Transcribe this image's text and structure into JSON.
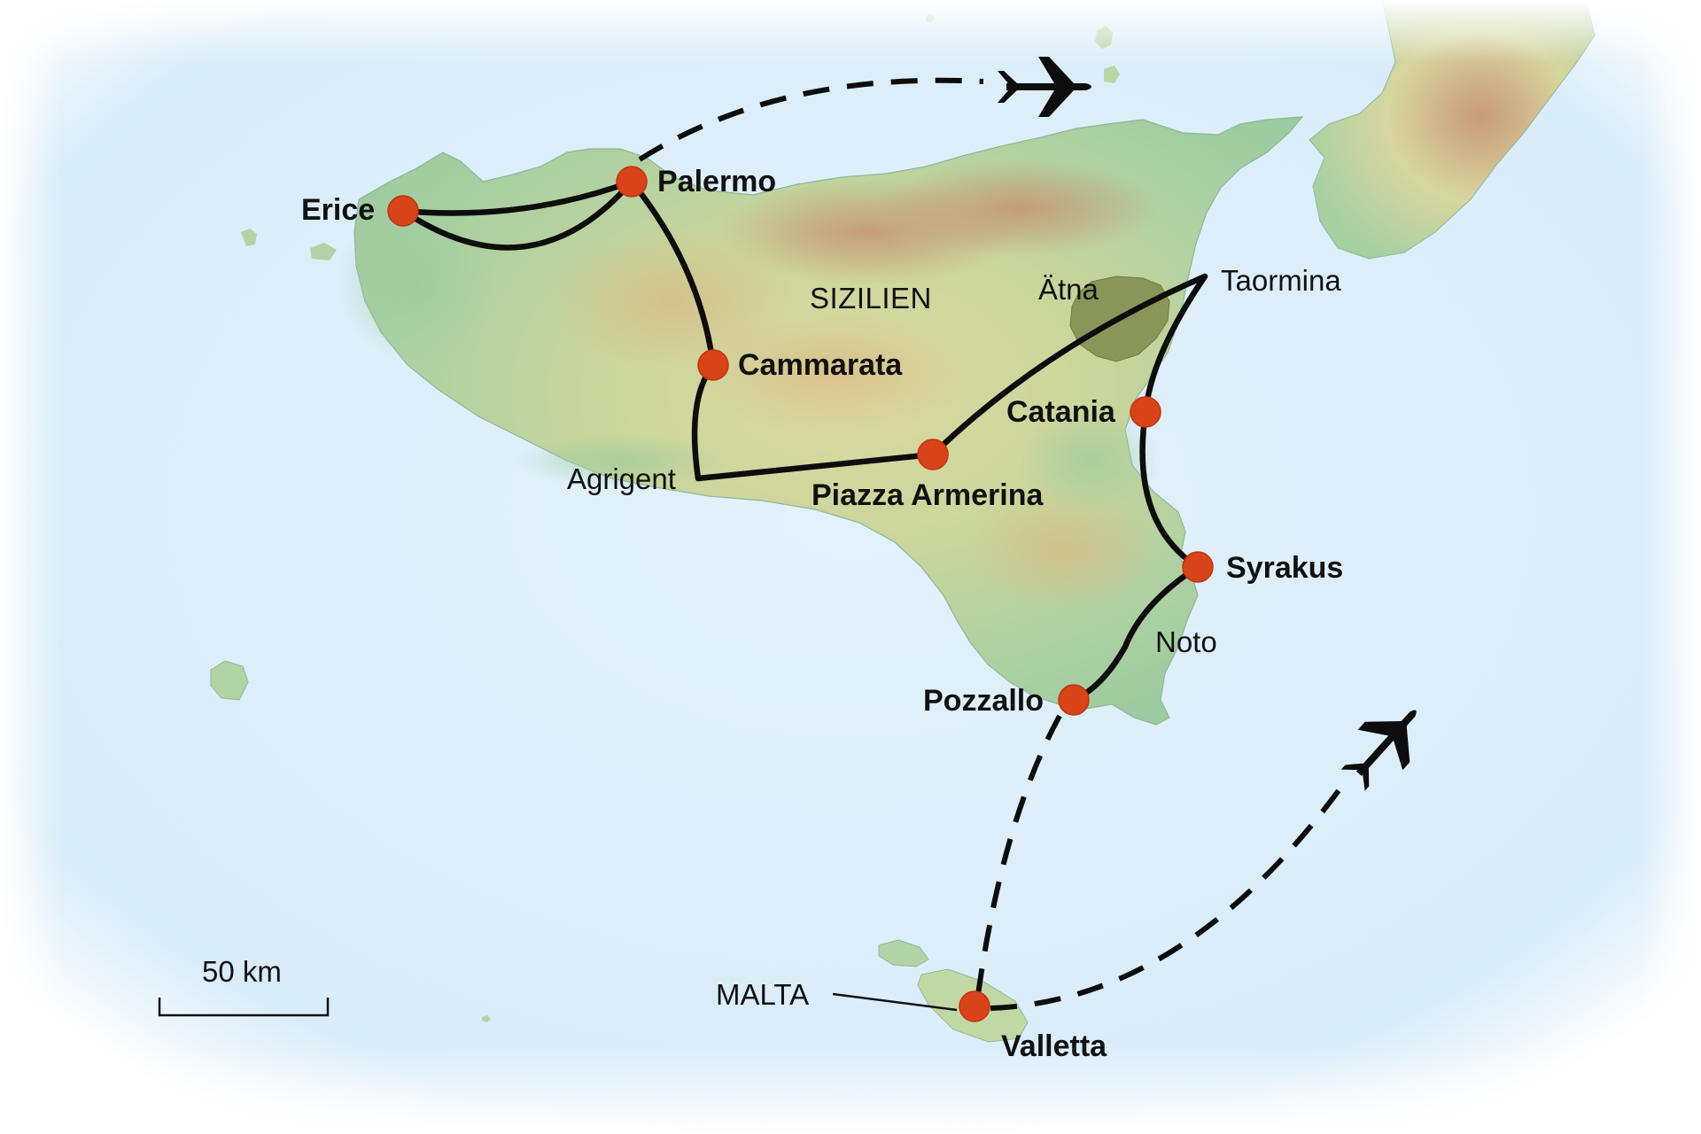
{
  "map": {
    "region_label": "SIZILIEN",
    "volcano_label": "Ätna",
    "scale_label": "50 km",
    "island_label": "MALTA",
    "colors": {
      "sea": "#ddeefa",
      "land_low": "#a9cfa0",
      "land_mid": "#d8dda0",
      "land_high": "#c9a07a",
      "volcano": "#7f8b4e",
      "route": "#0d0d0d",
      "stop_marker": "#d8431a"
    }
  },
  "stops": [
    {
      "id": "erice",
      "name": "Erice"
    },
    {
      "id": "palermo",
      "name": "Palermo"
    },
    {
      "id": "cammarata",
      "name": "Cammarata"
    },
    {
      "id": "piazza-armerina",
      "name": "Piazza Armerina"
    },
    {
      "id": "catania",
      "name": "Catania"
    },
    {
      "id": "syrakus",
      "name": "Syrakus"
    },
    {
      "id": "pozzallo",
      "name": "Pozzallo"
    },
    {
      "id": "valletta",
      "name": "Valletta"
    }
  ],
  "waypoints": [
    {
      "id": "agrigent",
      "name": "Agrigent"
    },
    {
      "id": "taormina",
      "name": "Taormina"
    },
    {
      "id": "noto",
      "name": "Noto"
    }
  ],
  "flights": [
    {
      "id": "arrival",
      "icon": "airplane-icon"
    },
    {
      "id": "departure",
      "icon": "airplane-icon"
    }
  ]
}
